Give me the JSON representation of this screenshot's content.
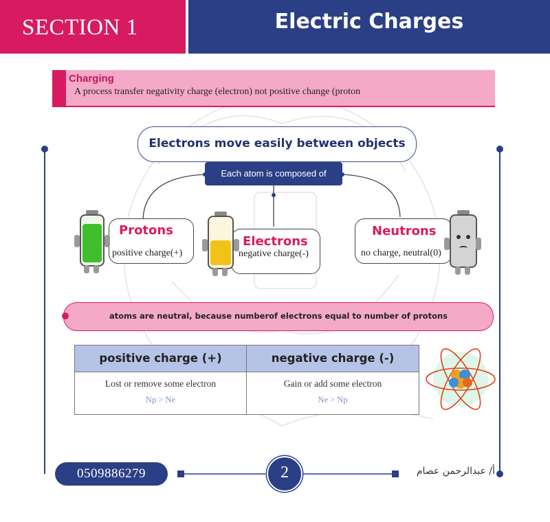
{
  "header": {
    "section": "SECTION 1",
    "title": "Electric Charges"
  },
  "charging": {
    "title": "Charging",
    "text": "A process transfer negativity charge (electron) not positive change (proton"
  },
  "diagram": {
    "main_label": "Electrons move easily between objects",
    "atom_label": "Each atom is composed of",
    "protons": {
      "title": "Protons",
      "desc": "positive charge(+)",
      "color": "#3fbf2b"
    },
    "electrons": {
      "title": "Electrons",
      "desc": "negative charge(-)",
      "color": "#f2c218"
    },
    "neutrons": {
      "title": "Neutrons",
      "desc": "no charge, neutral(0)",
      "color": "#c9c9c9"
    }
  },
  "neutral_note": "atoms are neutral, because numberof electrons equal to number of protons",
  "table": {
    "headers": [
      "positive charge (+)",
      "negative charge  (-)"
    ],
    "row1": [
      "Lost or remove some electron",
      "Gain or add some electron"
    ],
    "row2": [
      "Np > Ne",
      "Ne > Np"
    ]
  },
  "footer": {
    "phone": "0509886279",
    "page": "2",
    "author": "أ/ عبدالرحمن عصام"
  },
  "colors": {
    "brand_pink": "#d81b60",
    "brand_navy": "#2b3f86"
  },
  "icons": [
    "battery-protons-icon",
    "battery-electrons-icon",
    "battery-neutrons-icon",
    "atom-icon"
  ]
}
